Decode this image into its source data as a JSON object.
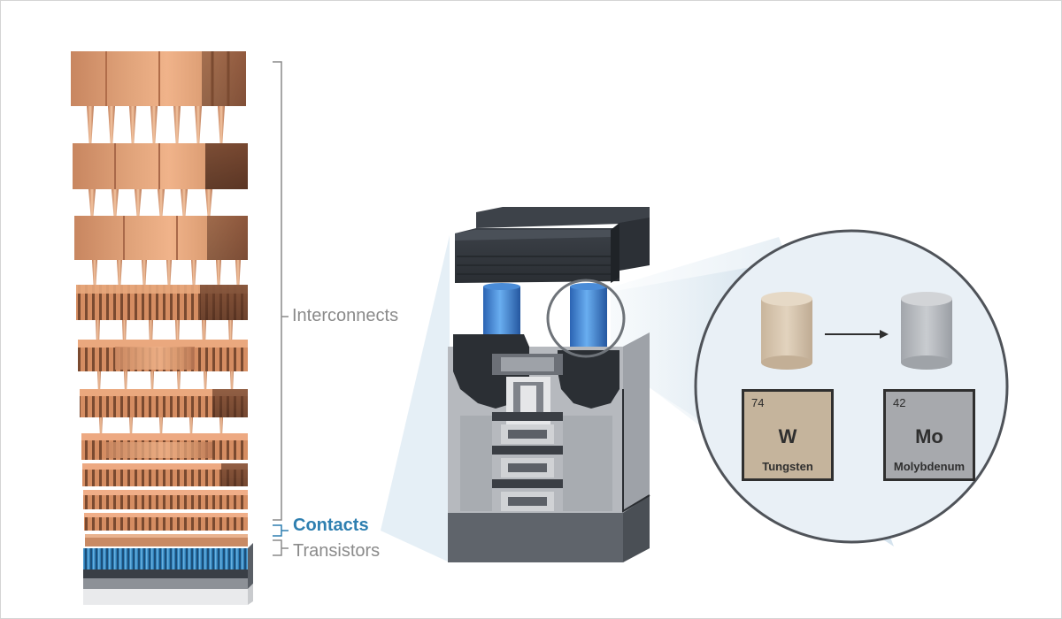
{
  "labels": {
    "interconnects": "Interconnects",
    "contacts": "Contacts",
    "transistors": "Transistors"
  },
  "elements": {
    "from": {
      "number": "74",
      "symbol": "W",
      "name": "Tungsten"
    },
    "to": {
      "number": "42",
      "symbol": "Mo",
      "name": "Molybdenum"
    }
  },
  "colors": {
    "copper": "#d9976a",
    "contact_blue": "#3e86d6",
    "contacts_label": "#2e7fb0",
    "label_gray": "#8a8a8a",
    "tungsten": "#c5b49c",
    "molybdenum": "#a7a9ad",
    "zoom_circle_bg": "#e9f0f6"
  }
}
